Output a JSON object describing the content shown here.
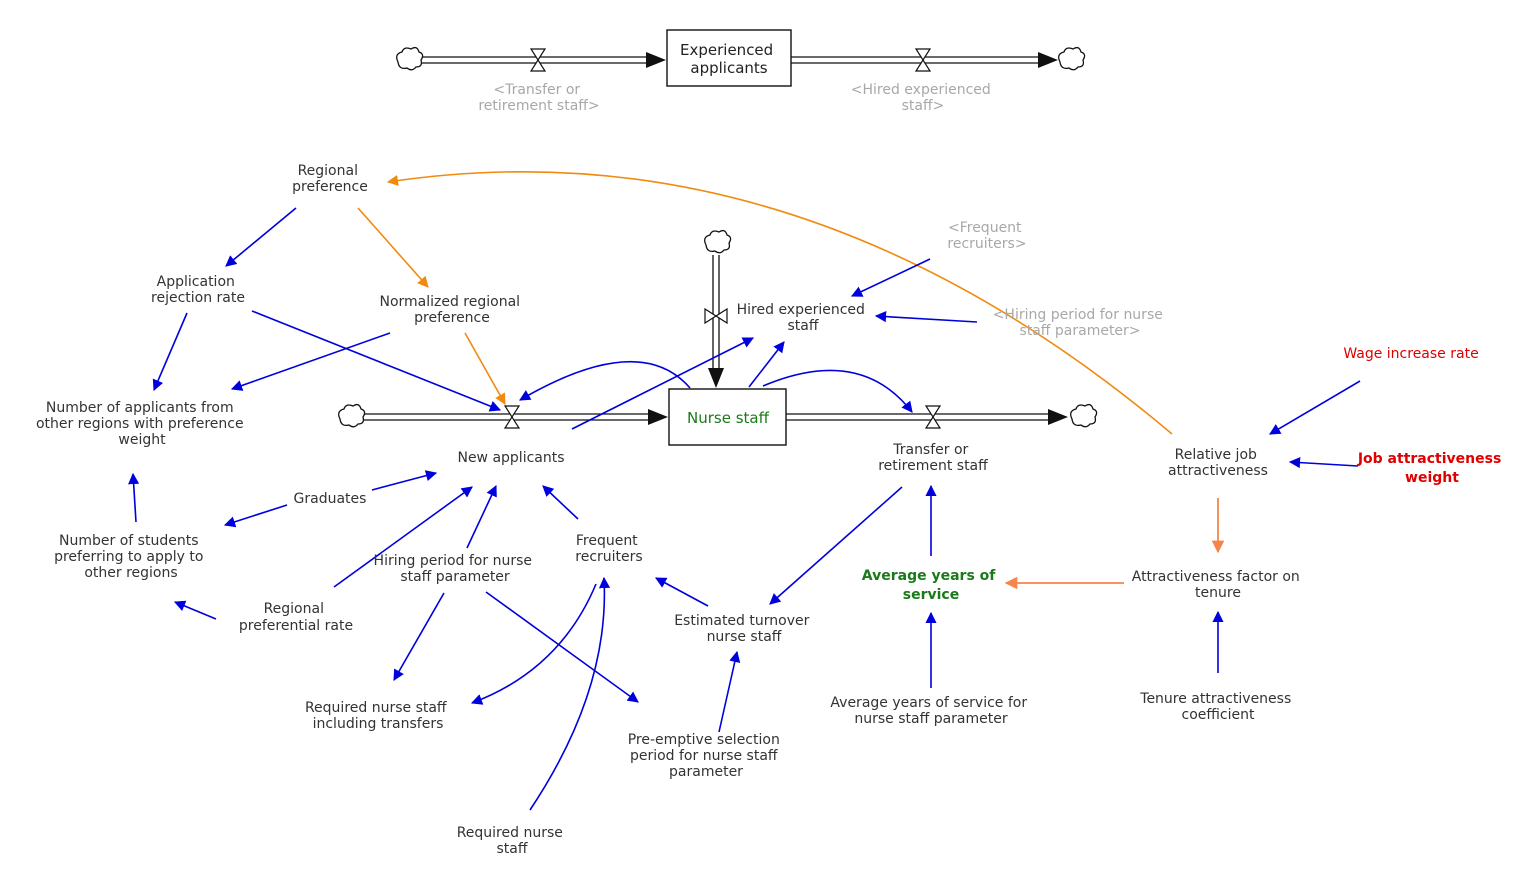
{
  "stocks": {
    "experienced_applicants": [
      "Experienced",
      "applicants"
    ],
    "nurse_staff": [
      "Nurse staff"
    ]
  },
  "shadow_variables": {
    "transfer_or_retirement": [
      "<Transfer or",
      "retirement staff>"
    ],
    "hired_experienced": [
      "<Hired experienced",
      "staff>"
    ],
    "frequent_recruiters": [
      "<Frequent",
      "recruiters>"
    ],
    "hiring_period": [
      "<Hiring period for nurse",
      "staff parameter>"
    ]
  },
  "variables": {
    "regional_preference": [
      "Regional",
      "preference"
    ],
    "application_rejection_rate": [
      "Application",
      "rejection rate"
    ],
    "normalized_regional_preference": [
      "Normalized regional",
      "preference"
    ],
    "hired_experienced_staff": [
      "Hired experienced",
      "staff"
    ],
    "number_of_applicants": [
      "Number of applicants from",
      "other regions with preference",
      "weight"
    ],
    "new_applicants": [
      "New applicants"
    ],
    "graduates": [
      "Graduates"
    ],
    "number_of_students": [
      "Number of students",
      "preferring to apply to",
      "other regions"
    ],
    "hiring_period_param": [
      "Hiring period for nurse",
      "staff parameter"
    ],
    "frequent_recruiters": [
      "Frequent",
      "recruiters"
    ],
    "regional_preferential_rate": [
      "Regional",
      "preferential rate"
    ],
    "estimated_turnover": [
      "Estimated turnover",
      "nurse staff"
    ],
    "transfer_or_retirement_staff": [
      "Transfer or",
      "retirement staff"
    ],
    "average_years_of_service": [
      "Average years of",
      "service"
    ],
    "required_nurse_staff_incl": [
      "Required nurse staff",
      "including transfers"
    ],
    "pre_emptive_selection": [
      "Pre-emptive selection",
      "period for nurse staff",
      "parameter"
    ],
    "required_nurse_staff": [
      "Required nurse",
      "staff"
    ],
    "avg_years_service_param": [
      "Average years of service for",
      "nurse staff parameter"
    ],
    "relative_job_attractiveness": [
      "Relative job",
      "attractiveness"
    ],
    "wage_increase_rate": [
      "Wage increase rate"
    ],
    "job_attractiveness_weight": [
      "Job attractiveness",
      "weight"
    ],
    "attractiveness_factor_on_tenure": [
      "Attractiveness factor on",
      "tenure"
    ],
    "tenure_attractiveness_coefficient": [
      "Tenure attractiveness",
      "coefficient"
    ]
  },
  "colors": {
    "link_blue": "#0000dd",
    "link_orange": "#f08a10",
    "link_salmon": "#f5854a",
    "text_red": "#e00000",
    "text_green": "#1a7a1a",
    "text_shadow": "#a8a8a8"
  }
}
